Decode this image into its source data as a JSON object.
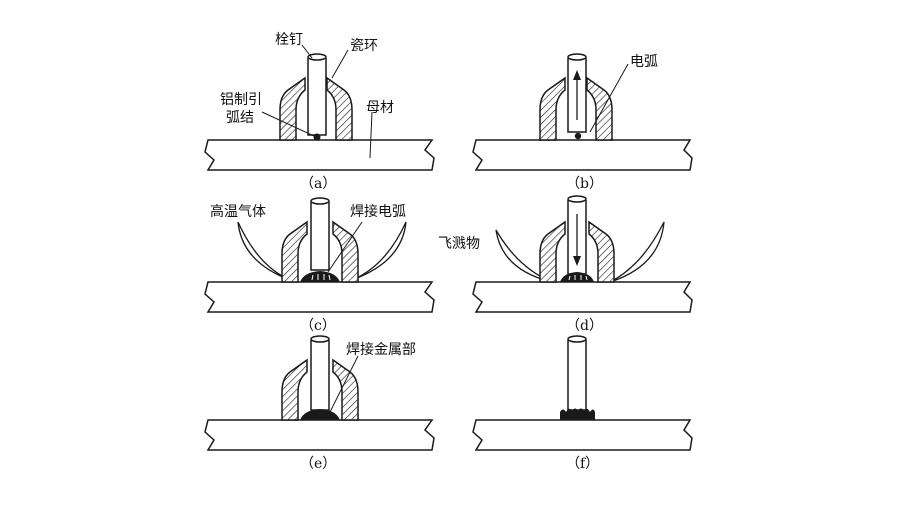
{
  "colors": {
    "ink": "#1a1a1a",
    "paper": "#ffffff"
  },
  "panels": [
    {
      "id": "a",
      "caption": "（a）",
      "labels": {
        "stud": "栓钉",
        "ferrule": "瓷环",
        "arc_ball_line1": "铝制引",
        "arc_ball_line2": "弧结",
        "base": "母材"
      }
    },
    {
      "id": "b",
      "caption": "（b）",
      "labels": {
        "arc": "电弧"
      }
    },
    {
      "id": "c",
      "caption": "（c）",
      "labels": {
        "gas": "高温气体",
        "welding_arc": "焊接电弧"
      }
    },
    {
      "id": "d",
      "caption": "（d）",
      "labels": {
        "spatter": "飞溅物"
      }
    },
    {
      "id": "e",
      "caption": "（e）",
      "labels": {
        "weld_metal": "焊接金属部"
      }
    },
    {
      "id": "f",
      "caption": "（f）",
      "labels": {}
    }
  ]
}
